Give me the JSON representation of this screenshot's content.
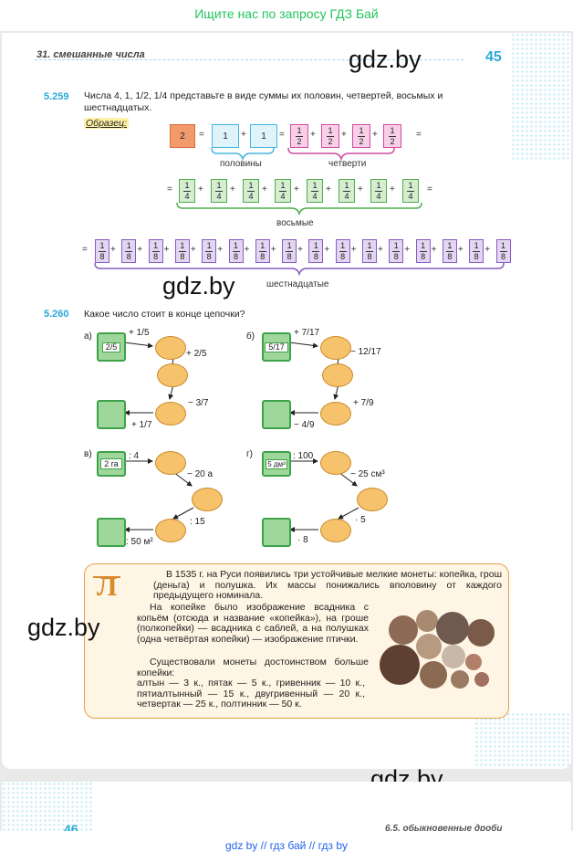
{
  "banner": {
    "top": "Ищите нас по запросу ГДЗ Бай",
    "bottom": "gdz by  //  гдз бай  //  гдз by"
  },
  "header": {
    "section": "31. смешанные числа",
    "page_number": "45"
  },
  "watermark": "gdz.by",
  "ex259": {
    "number": "5.259",
    "text": "Числа 4, 1, 1/2, 1/4 представьте в виде суммы их половин, четвертей, восьмых и шестнадцатых.",
    "sample": "Образец:",
    "whole": "2",
    "half_value": "1",
    "label_halves": "половины",
    "label_quarters": "четверти",
    "label_eighths": "восьмые",
    "label_sixteenths": "шестнадцатые",
    "num": "1",
    "d2": "2",
    "d4": "4",
    "d8": "8"
  },
  "ex260": {
    "number": "5.260",
    "question": "Какое число стоит в конце цепочки?",
    "a": {
      "letter": "а)",
      "start": "2/5",
      "op1": "+ 1/5",
      "op2": "+ 2/5",
      "op3": "− 3/7",
      "op4": "+ 1/7"
    },
    "b": {
      "letter": "б)",
      "start": "5/17",
      "op1": "+ 7/17",
      "op2": "− 12/17",
      "op3": "+ 7/9",
      "op4": "− 4/9"
    },
    "v": {
      "letter": "в)",
      "start": "2 га",
      "op1": ": 4",
      "op2": "− 20 а",
      "op3": ": 15",
      "op4": ": 50 м²"
    },
    "g": {
      "letter": "г)",
      "start": "5 дм³",
      "op1": ": 100",
      "op2": "− 25 см³",
      "op3": "· 5",
      "op4": "· 8"
    }
  },
  "info": {
    "p1": "В 1535 г. на Руси появились три устойчивые мелкие монеты: копейка, грош (деньга) и полушка. Их массы понижались вполовину от каждого предыдущего номинала.",
    "p2": "На копейке было изображение всадника с копьём (отсюда и название «копейка»), на грoше (полкопейки) — всадника с саблей, а на полушках (одна четвёртая копейки) — изображение птички.",
    "p3": "Существовали монеты достоинством больше копейки:",
    "p4": "алтын — 3 к., пятак — 5 к., гривенник — 10 к., пятиалтынный — 15 к., двугривенный — 20 к., четвертак — 25 к., полтинник — 50 к."
  },
  "next_page": {
    "number": "46",
    "section": "6.5. обыкновенные дроби"
  },
  "colors": {
    "accent": "#29a8d8",
    "green": "#22c55e"
  }
}
